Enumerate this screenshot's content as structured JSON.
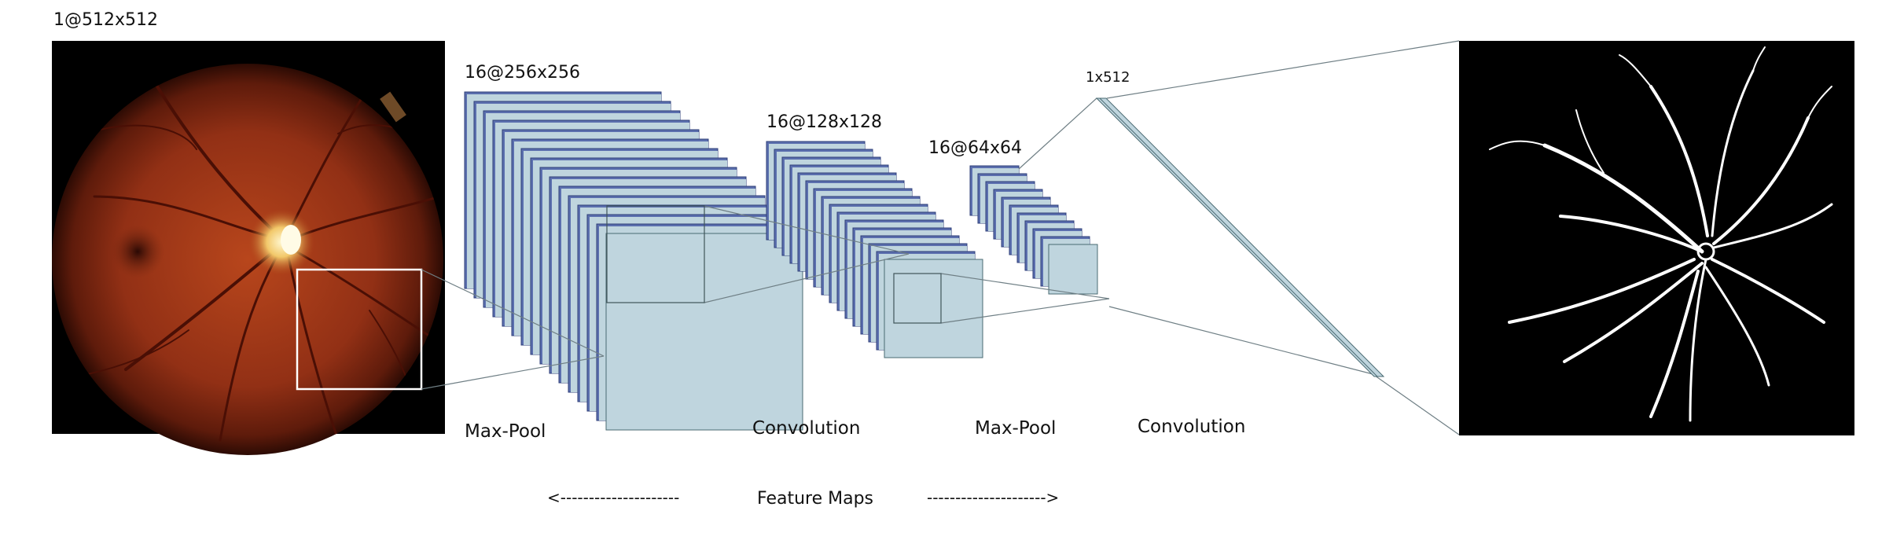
{
  "input": {
    "shape_label": "1@512x512"
  },
  "layers": [
    {
      "shape_label": "16@256x256",
      "operation_label": "Max-Pool",
      "map_count": 16
    },
    {
      "shape_label": "16@128x128",
      "operation_label": "Convolution",
      "map_count": 16
    },
    {
      "shape_label": "16@64x64",
      "operation_label": "Max-Pool",
      "map_count": 11
    },
    {
      "shape_label": "1x512",
      "operation_label": "Convolution",
      "map_count": 1
    }
  ],
  "feature_maps": {
    "left_arrow": "<---------------------",
    "label": "Feature Maps",
    "right_arrow": "--------------------->"
  },
  "colors": {
    "map_edge": "#5b6fae",
    "map_face": "#bfd5de",
    "map_stroke": "#4a6a72",
    "background": "#ffffff",
    "image_bg": "#000000"
  },
  "icons": {
    "input_image": "retina-fundus-icon",
    "output_image": "vessel-segmentation-icon"
  }
}
